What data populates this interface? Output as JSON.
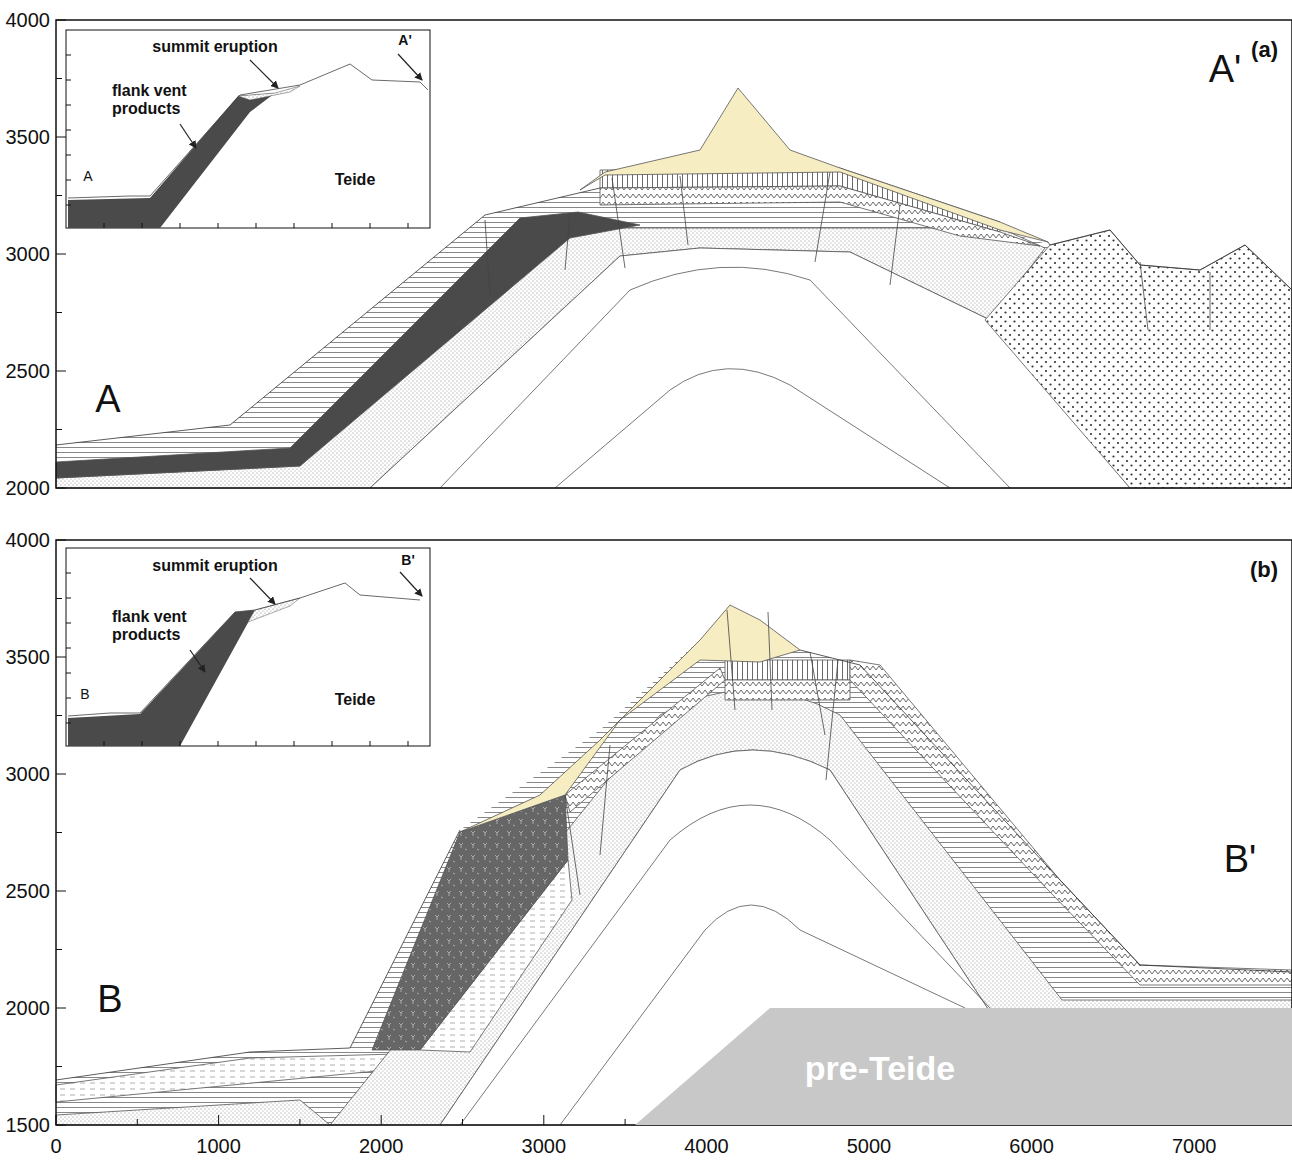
{
  "diagram": {
    "nodes": [
      {
        "text": [
          "pre-Teide"
        ]
      }
    ],
    "labels": [
      "4000",
      "3500",
      "3000",
      "2500",
      "2000",
      "(a)",
      "A",
      "A'",
      "summit eruption",
      "flank vent products",
      "Teide",
      "A",
      "A'",
      "4000",
      "3500",
      "3000",
      "2500",
      "2000",
      "1500",
      "(b)",
      "B",
      "B'",
      "summit eruption",
      "flank vent products",
      "Teide",
      "B",
      "B'",
      "0",
      "1000",
      "2000",
      "3000",
      "4000",
      "5000",
      "6000",
      "7000"
    ]
  }
}
